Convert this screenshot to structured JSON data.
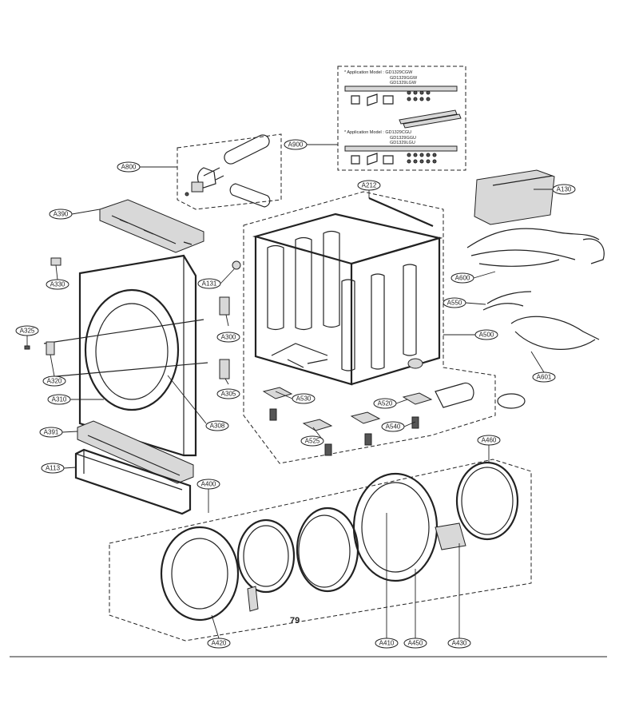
{
  "page_number": "79",
  "inset": {
    "note_1": "* Application Model : GD1329CGW",
    "note_1_models": [
      "GD1329GGW",
      "GD1329LGW"
    ],
    "note_2": "* Application Model : GD1329CGU",
    "note_2_models": [
      "GD1329GGU",
      "GD1329LGU"
    ]
  },
  "labels": {
    "A800": "A800",
    "A900": "A900",
    "A390": "A390",
    "A212": "A212",
    "A130": "A130",
    "A330": "A330",
    "A131": "A131",
    "A600": "A600",
    "A550": "A550",
    "A325": "A325",
    "A300": "A300",
    "A500": "A500",
    "A320": "A320",
    "A305": "A305",
    "A601": "A601",
    "A310": "A310",
    "A530": "A530",
    "A308": "A308",
    "A520": "A520",
    "A540": "A540",
    "A391": "A391",
    "A525": "A525",
    "A460": "A460",
    "A113": "A113",
    "A400": "A400",
    "A420": "A420",
    "A410": "A410",
    "A450": "A450",
    "A430": "A430"
  }
}
